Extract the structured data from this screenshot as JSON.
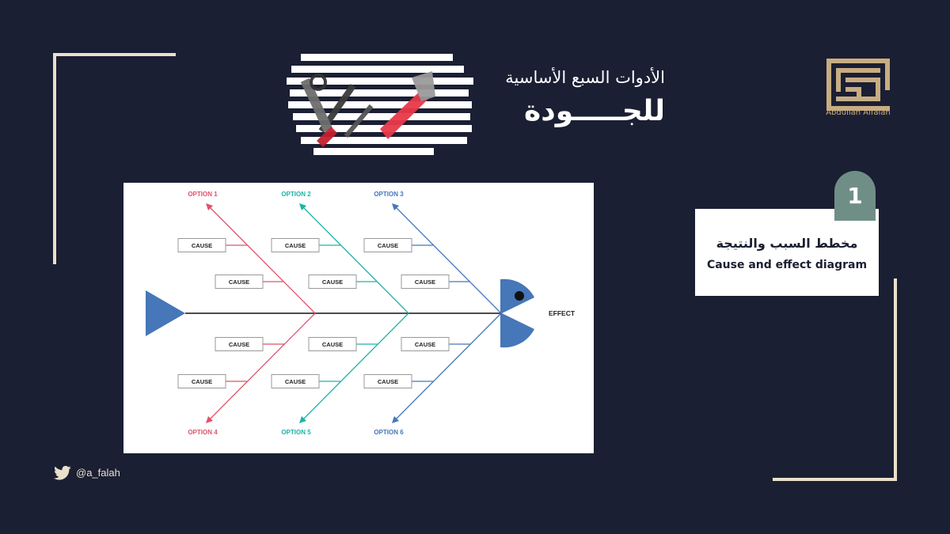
{
  "header": {
    "title_line1": "الأدوات السبع الأساسية",
    "title_line2": "للجـــــودة"
  },
  "logo": {
    "caption": "Abdullah Alfalah",
    "gold_color": "#c8ad82"
  },
  "card": {
    "number": "1",
    "title_ar": "مخطط السبب والنتيجة",
    "title_en": "Cause and effect diagram",
    "badge_color": "#6f8f86"
  },
  "social": {
    "icon": "twitter-icon",
    "handle": "@a_falah"
  },
  "diagram": {
    "effect_label": "EFFECT",
    "head_color": "#4677b8",
    "branches": [
      {
        "label": "OPTION 1",
        "color": "#e0526b",
        "causes": [
          "CAUSE",
          "CAUSE"
        ]
      },
      {
        "label": "OPTION 2",
        "color": "#1fb3a6",
        "causes": [
          "CAUSE",
          "CAUSE"
        ]
      },
      {
        "label": "OPTION 3",
        "color": "#4677b8",
        "causes": [
          "CAUSE",
          "CAUSE"
        ]
      },
      {
        "label": "OPTION 4",
        "color": "#e0526b",
        "causes": [
          "CAUSE",
          "CAUSE"
        ]
      },
      {
        "label": "OPTION 5",
        "color": "#1fb3a6",
        "causes": [
          "CAUSE",
          "CAUSE"
        ]
      },
      {
        "label": "OPTION 6",
        "color": "#4677b8",
        "causes": [
          "CAUSE",
          "CAUSE"
        ]
      }
    ]
  }
}
